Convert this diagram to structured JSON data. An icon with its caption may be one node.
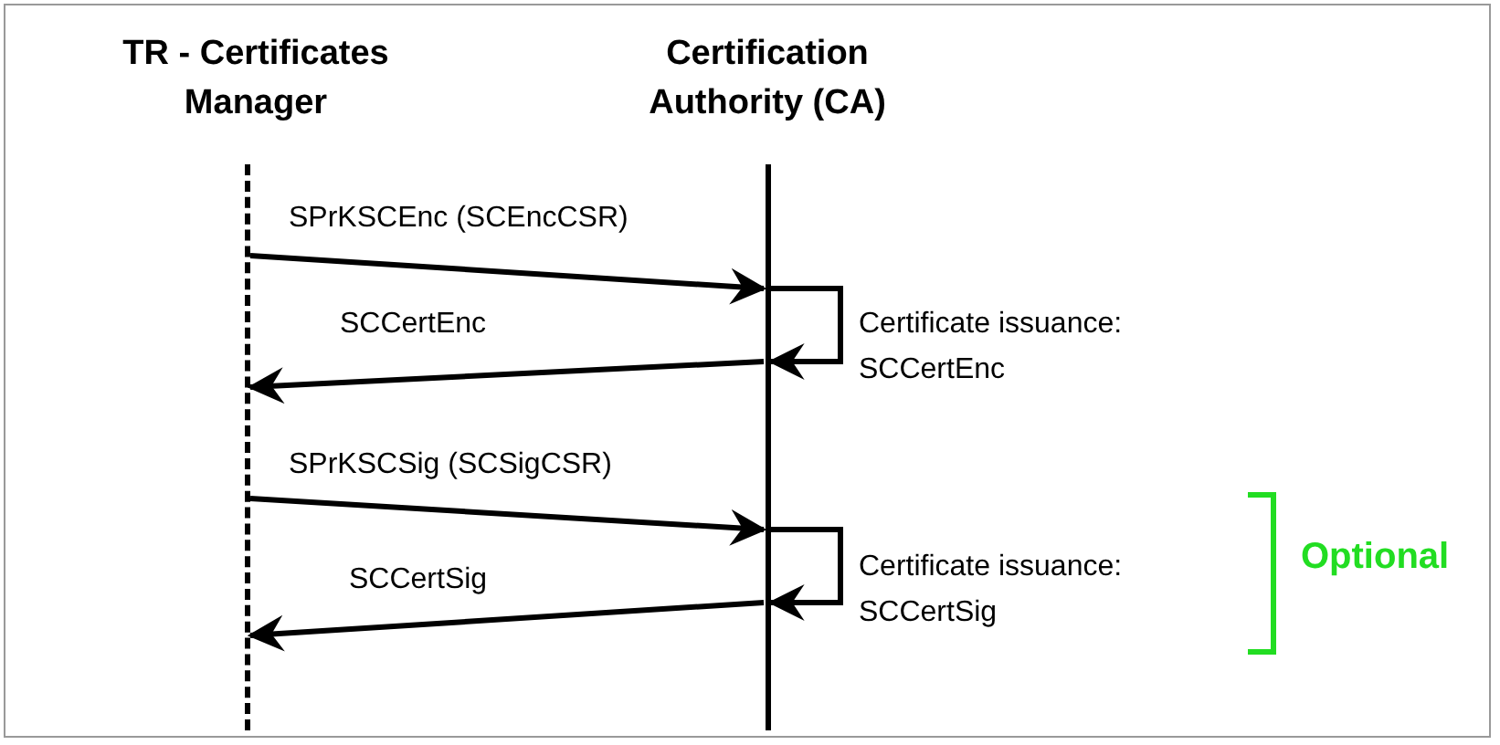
{
  "diagram": {
    "nodes": [
      {
        "text": [
          "TR - Certificates Manager"
        ]
      },
      {
        "text": [
          "Certification Authority (CA)"
        ]
      }
    ],
    "edges": [
      {
        "from": 0,
        "to": 1,
        "arrow": "to",
        "label": "SPrKSCEnc (SCEncCSR)"
      },
      {
        "from": 1,
        "to": 1,
        "arrow": "to",
        "label": "Certificate issuance: SCCertEnc"
      },
      {
        "from": 1,
        "to": 0,
        "arrow": "to",
        "label": "SCCertEnc"
      },
      {
        "from": 0,
        "to": 1,
        "arrow": "to",
        "label": "SPrKSCSig (SCSigCSR)"
      },
      {
        "from": 1,
        "to": 1,
        "arrow": "to",
        "label": "Certificate issuance: SCCertSig"
      },
      {
        "from": 1,
        "to": 0,
        "arrow": "to",
        "label": "SCCertSig"
      }
    ],
    "labels": [
      "Optional"
    ]
  }
}
